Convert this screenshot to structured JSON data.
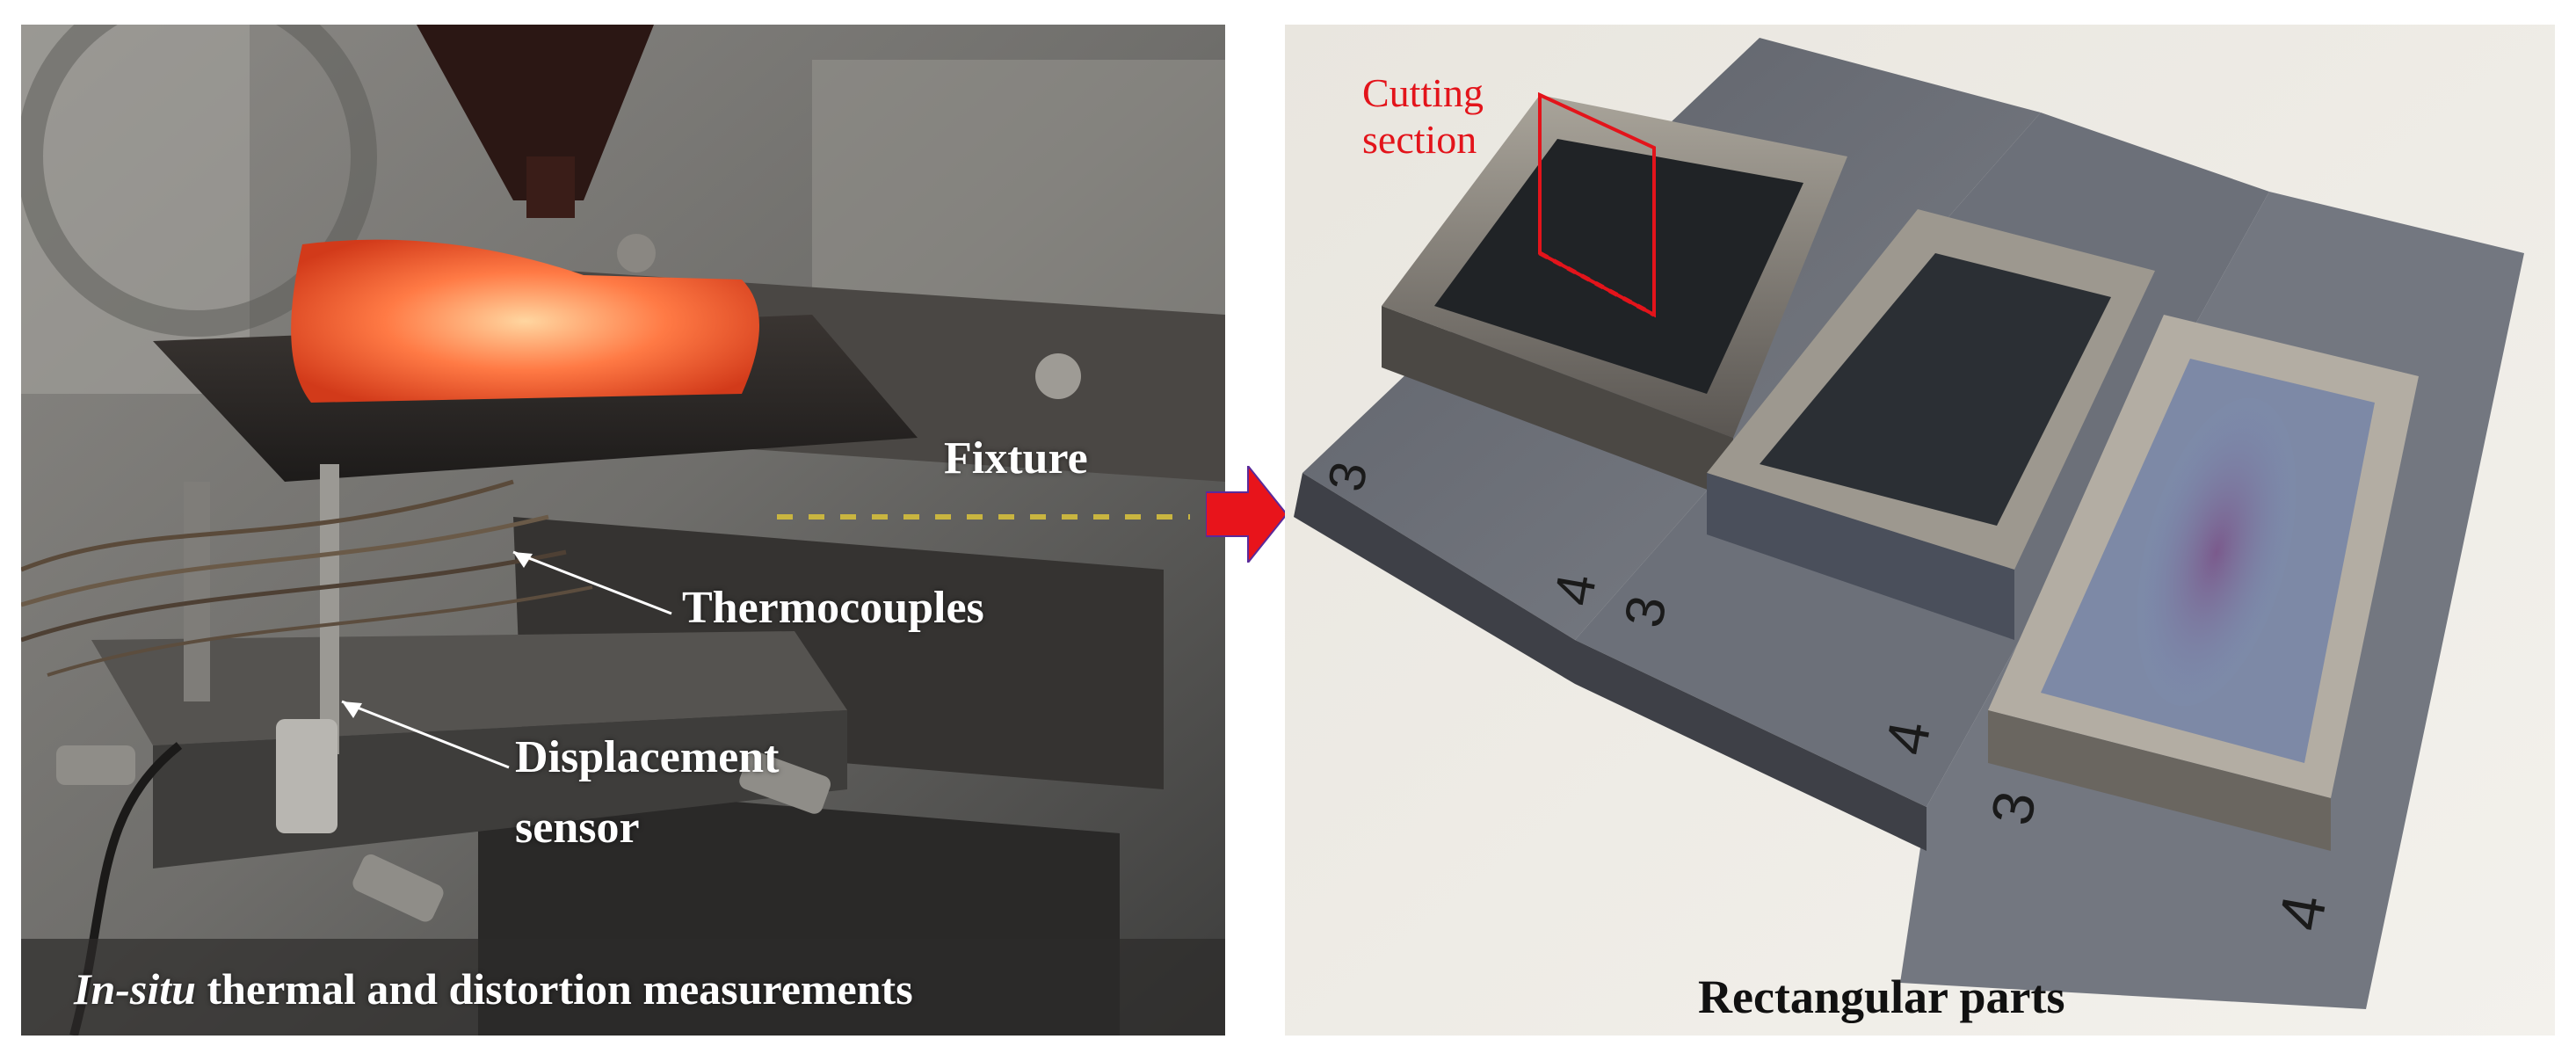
{
  "left_photo": {
    "labels": {
      "fixture": "Fixture",
      "thermocouples": "Thermocouples",
      "displacement": "Displacement",
      "sensor": "sensor"
    },
    "caption_italic": "In-situ",
    "caption_rest": " thermal and distortion measurements"
  },
  "right_photo": {
    "cutting_line1": "Cutting",
    "cutting_line2": "section",
    "caption": "Rectangular parts",
    "plate_marks": [
      "3",
      "4",
      "3",
      "4",
      "3",
      "4"
    ]
  },
  "colors": {
    "annotation_red": "#e3141b",
    "arrow_red": "#e8141b",
    "glow": "#ff6a3a"
  }
}
